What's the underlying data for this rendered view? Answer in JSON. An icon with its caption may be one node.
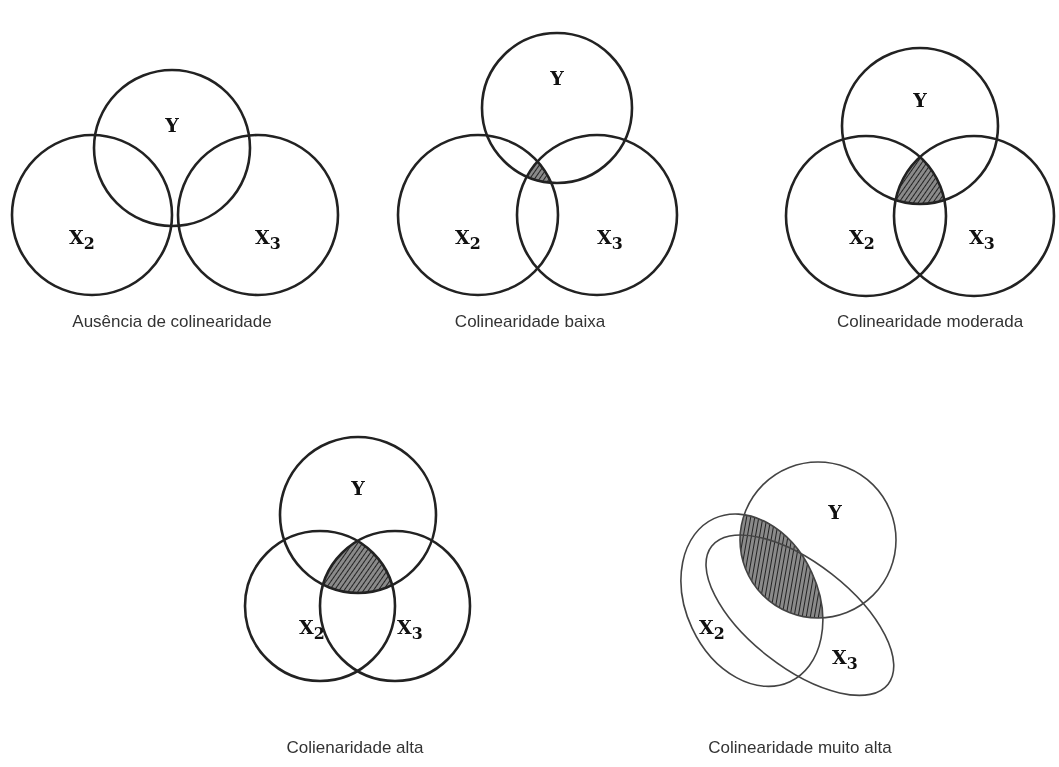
{
  "diagram": {
    "nodes": [
      {
        "text": [
          "Y"
        ]
      },
      {
        "text": [
          "X$_{2}$"
        ]
      },
      {
        "text": [
          "X$_{3}$"
        ]
      },
      {
        "text": [
          "Y"
        ]
      },
      {
        "text": [
          "X$_{2}$"
        ]
      },
      {
        "text": [
          "X$_{3}$"
        ]
      },
      {
        "text": [
          "Y"
        ]
      },
      {
        "text": [
          "X$_{2}$"
        ]
      },
      {
        "text": [
          "X$_{3}$"
        ]
      },
      {
        "text": [
          "Y"
        ]
      },
      {
        "text": [
          "X$_{2}$"
        ]
      },
      {
        "text": [
          "X$_{3}$"
        ]
      },
      {
        "text": [
          "Y"
        ]
      },
      {
        "text": [
          "X$_{2}$"
        ]
      },
      {
        "text": [
          "X$_{3}$"
        ]
      }
    ],
    "labels": [
      "Ausência de colinearidade",
      "Colinearidade baixa",
      "Colinearidade moderada",
      "Colienaridade alta",
      "Colinearidade muito alta"
    ]
  }
}
